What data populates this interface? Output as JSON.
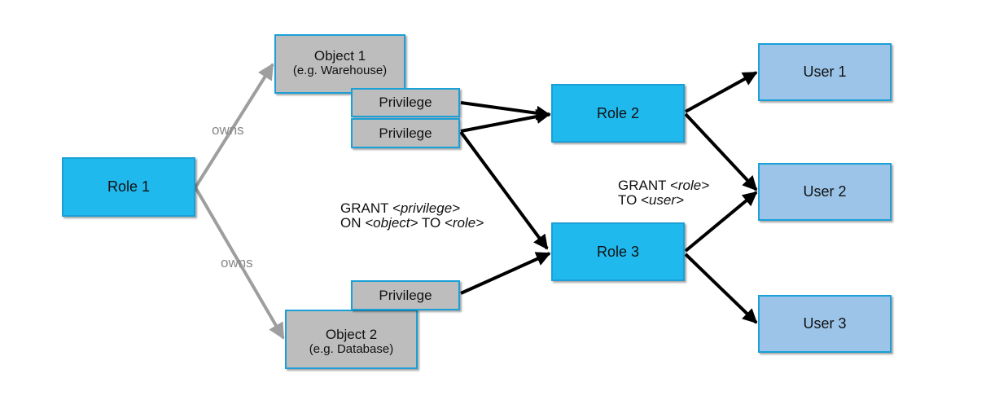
{
  "nodes": {
    "role1": "Role 1",
    "role2": "Role 2",
    "role3": "Role 3",
    "user1": "User 1",
    "user2": "User 2",
    "user3": "User 3",
    "object1": {
      "title": "Object 1",
      "subtitle": "(e.g. Warehouse)"
    },
    "object2": {
      "title": "Object 2",
      "subtitle": "(e.g. Database)"
    },
    "privilege1": "Privilege",
    "privilege2": "Privilege",
    "privilege3": "Privilege"
  },
  "edge_labels": {
    "owns_top": "owns",
    "owns_bottom": "owns"
  },
  "annotations": {
    "grant_privilege": {
      "line1_prefix": "GRANT ",
      "line1_param": "<privilege>",
      "line2_prefix": "ON ",
      "line2_param1": "<object>",
      "line2_mid": " TO ",
      "line2_param2": "<role>"
    },
    "grant_role": {
      "line1_prefix": "GRANT ",
      "line1_param": "<role>",
      "line2_prefix": "TO ",
      "line2_param": "<user>"
    }
  },
  "colors": {
    "role_fill": "#1fb9ee",
    "user_fill": "#9cc4e8",
    "object_fill": "#bdbdbd",
    "border": "#1aa0d6",
    "owns_arrow": "#9e9e9e",
    "grant_arrow": "#000000"
  }
}
